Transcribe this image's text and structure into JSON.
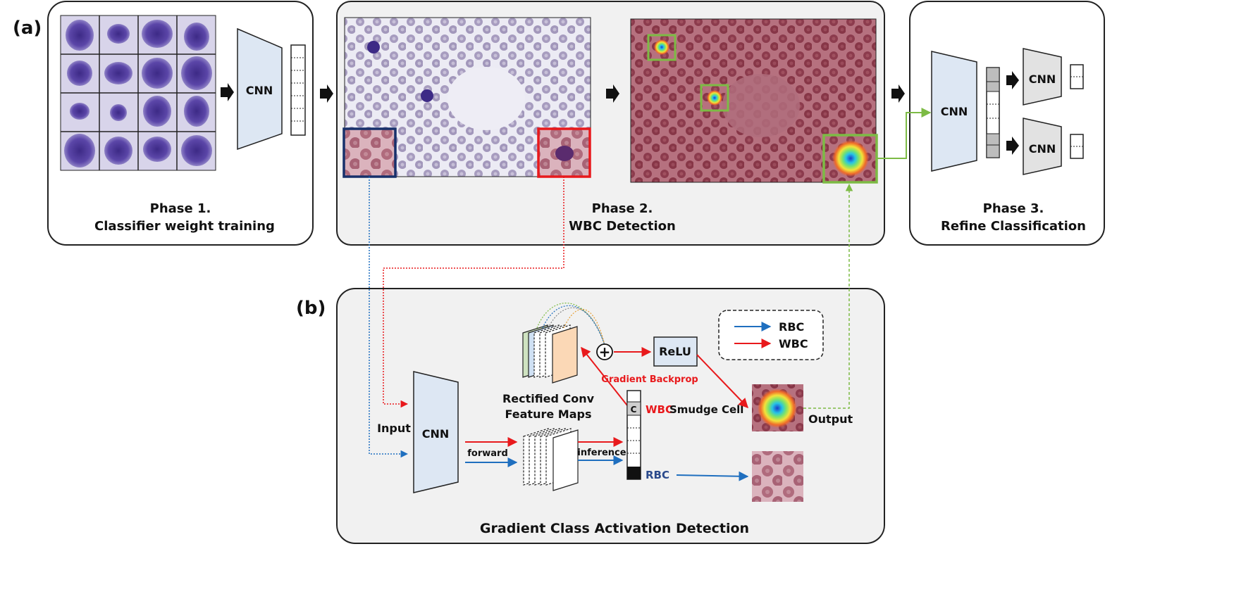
{
  "panel_a": {
    "label": "(a)",
    "phase1": {
      "title": "Phase 1.",
      "subtitle": "Classifier weight training",
      "cnn_label": "CNN"
    },
    "phase2": {
      "title": "Phase 2.",
      "subtitle": "WBC Detection"
    },
    "phase3": {
      "title": "Phase 3.",
      "subtitle": "Refine Classification",
      "cnn_main": "CNN",
      "cnn_top": "CNN",
      "cnn_bottom": "CNN"
    }
  },
  "panel_b": {
    "label": "(b)",
    "title": "Gradient Class Activation Detection",
    "input_label": "Input",
    "cnn_label": "CNN",
    "forward_label": "forward",
    "inference_label": "inference",
    "feature_maps_line1": "Rectified Conv",
    "feature_maps_line2": "Feature Maps",
    "relu_label": "ReLU",
    "plus_symbol": "+",
    "gradient_backprop_label": "Gradient Backprop",
    "class_c_label": "C",
    "wbc_label": "WBC",
    "smudge_label": "Smudge Cell",
    "rbc_label": "RBC",
    "output_label": "Output",
    "legend": [
      {
        "label": "RBC",
        "color": "#1f6fbf"
      },
      {
        "label": "WBC",
        "color": "#e8191c"
      }
    ]
  },
  "colors": {
    "wbc_red": "#e8191c",
    "rbc_blue": "#1f6fbf",
    "detect_green": "#7dbb45",
    "cnn_fill": "#dde7f3",
    "panel_bg": "#f1f1f1"
  }
}
